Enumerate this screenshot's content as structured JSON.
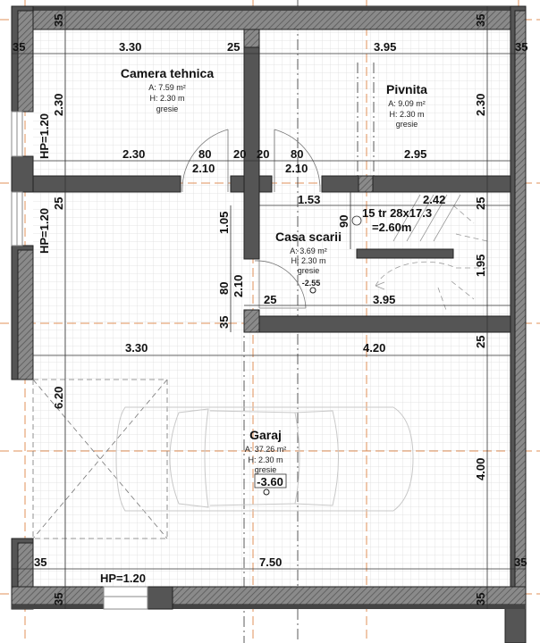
{
  "rooms": [
    {
      "name": "Camera tehnica",
      "area": "A: 7.59 m²",
      "height": "H: 2.30 m",
      "floor": "gresie"
    },
    {
      "name": "Pivnita",
      "area": "A: 9.09 m²",
      "height": "H: 2.30 m",
      "floor": "gresie"
    },
    {
      "name": "Casa scarii",
      "area": "A: 3.69 m²",
      "height": "H: 2.30 m",
      "floor": "gresie",
      "level": "-2.55"
    },
    {
      "name": "Garaj",
      "area": "A: 37.26 m²",
      "height": "H: 2.30 m",
      "floor": "gresie",
      "level": "-3.60"
    }
  ],
  "stairs": {
    "line1": "15 tr 28x17.3",
    "line2": "=2.60m"
  },
  "windows": [
    "HP=1.20",
    "HP=1.20",
    "HP=1.20"
  ],
  "dimensions": {
    "top_row": [
      "35",
      "3.30",
      "25",
      "3.95",
      "35"
    ],
    "door_row": [
      "2.30",
      "80",
      "2.10",
      "20",
      "20",
      "80",
      "2.10",
      "2.95"
    ],
    "stair_row": [
      "1.53",
      "2.42"
    ],
    "lower_row": [
      "25",
      "3.95"
    ],
    "garage_row": [
      "3.30",
      "4.20"
    ],
    "bottom_row": [
      "35",
      "7.50",
      "35"
    ],
    "left_col": [
      "35",
      "2.30",
      "25",
      "6.20",
      "35"
    ],
    "middle_col": [
      "1.05",
      "80",
      "2.10",
      "35",
      "90"
    ],
    "right_col": [
      "35",
      "2.30",
      "25",
      "1.95",
      "25",
      "4.00",
      "35"
    ]
  },
  "colors": {
    "wall": "#555555",
    "axis": "#e0905a",
    "grid": "#dcdcdc"
  }
}
